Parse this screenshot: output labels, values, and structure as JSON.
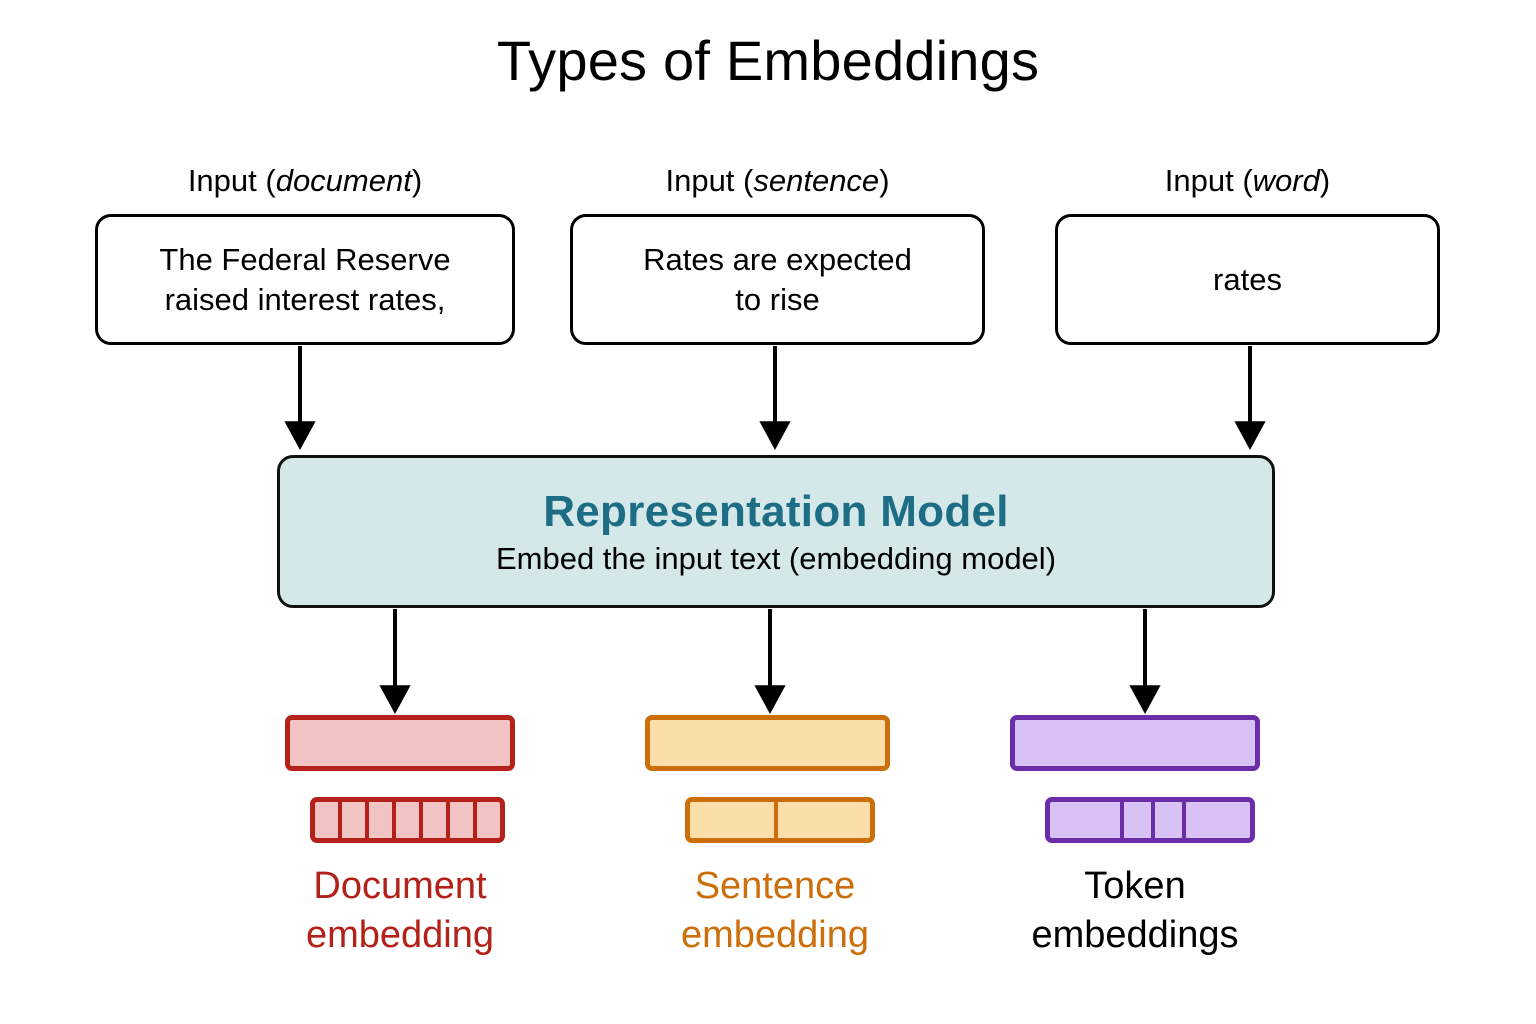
{
  "diagram": {
    "title": "Types of Embeddings",
    "model": {
      "title": "Representation Model",
      "subtitle": "Embed the input text (embedding model)",
      "fill": "#d4e8ea",
      "title_color": "#1d6d84"
    },
    "columns": [
      {
        "label_prefix": "Input (",
        "label_em": "document",
        "label_suffix": ")",
        "input_text": "The Federal Reserve raised interest rates,",
        "input_line1": "The Federal Reserve",
        "input_line2": "raised interest rates,",
        "caption_line1": "Document",
        "caption_line2": "embedding",
        "caption_color": "#b32118",
        "fill": "#f2c3c3",
        "stroke": "#b32118",
        "segments": 7
      },
      {
        "label_prefix": "Input (",
        "label_em": "sentence",
        "label_suffix": ")",
        "input_text": "Rates are expected to rise",
        "input_line1": "Rates are expected",
        "input_line2": "to rise",
        "caption_line1": "Sentence",
        "caption_line2": "embedding",
        "caption_color": "#cc6e0a",
        "fill": "#fbdfab",
        "stroke": "#cc6e0a",
        "segments": 2
      },
      {
        "label_prefix": "Input (",
        "label_em": "word",
        "label_suffix": ")",
        "input_text": "rates",
        "input_line1": "rates",
        "input_line2": "",
        "caption_line1": "Token",
        "caption_line2": "embeddings",
        "caption_color": "#000000",
        "fill": "#d8c2f5",
        "stroke": "#6b2ea8",
        "segments": 4
      }
    ],
    "arrow_color": "#000000"
  }
}
